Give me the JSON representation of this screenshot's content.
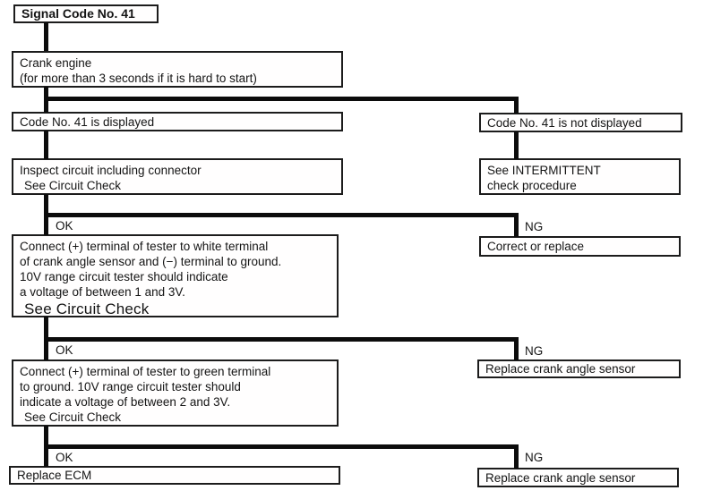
{
  "diagram": {
    "title": "Signal Code No. 41",
    "labels": {
      "ok": "OK",
      "ng": "NG"
    },
    "nodes": {
      "signal_code": {
        "lines": [
          "Signal Code No. 41"
        ]
      },
      "crank_engine": {
        "lines": [
          "Crank engine",
          "(for more than 3 seconds if it is hard to start)"
        ]
      },
      "code_displayed": {
        "lines": [
          "Code No. 41 is displayed"
        ]
      },
      "inspect_circuit": {
        "lines": [
          "Inspect circuit including connector",
          "See Circuit Check"
        ]
      },
      "test_white": {
        "lines": [
          "Connect (+) terminal of tester to white terminal",
          "of crank angle sensor and (−) terminal to ground.",
          "10V range circuit tester should indicate",
          "a voltage of between 1 and 3V.",
          "See Circuit Check"
        ]
      },
      "test_green": {
        "lines": [
          "Connect (+) terminal of tester to green terminal",
          "to ground. 10V range circuit tester should",
          "indicate a voltage of between 2 and 3V.",
          "See Circuit Check"
        ]
      },
      "replace_ecm": {
        "lines": [
          "Replace ECM"
        ]
      },
      "code_not_displayed": {
        "lines": [
          "Code No. 41 is not displayed"
        ]
      },
      "intermittent": {
        "lines": [
          "See INTERMITTENT",
          "check procedure"
        ]
      },
      "correct_replace": {
        "lines": [
          "Correct or replace"
        ]
      },
      "replace_cas_mid": {
        "lines": [
          "Replace crank angle sensor"
        ]
      },
      "replace_cas_bottom": {
        "lines": [
          "Replace crank angle sensor"
        ]
      }
    },
    "colors": {
      "line": "#0c0c0c",
      "border": "#1c1c1c",
      "background": "#ffffff"
    }
  }
}
